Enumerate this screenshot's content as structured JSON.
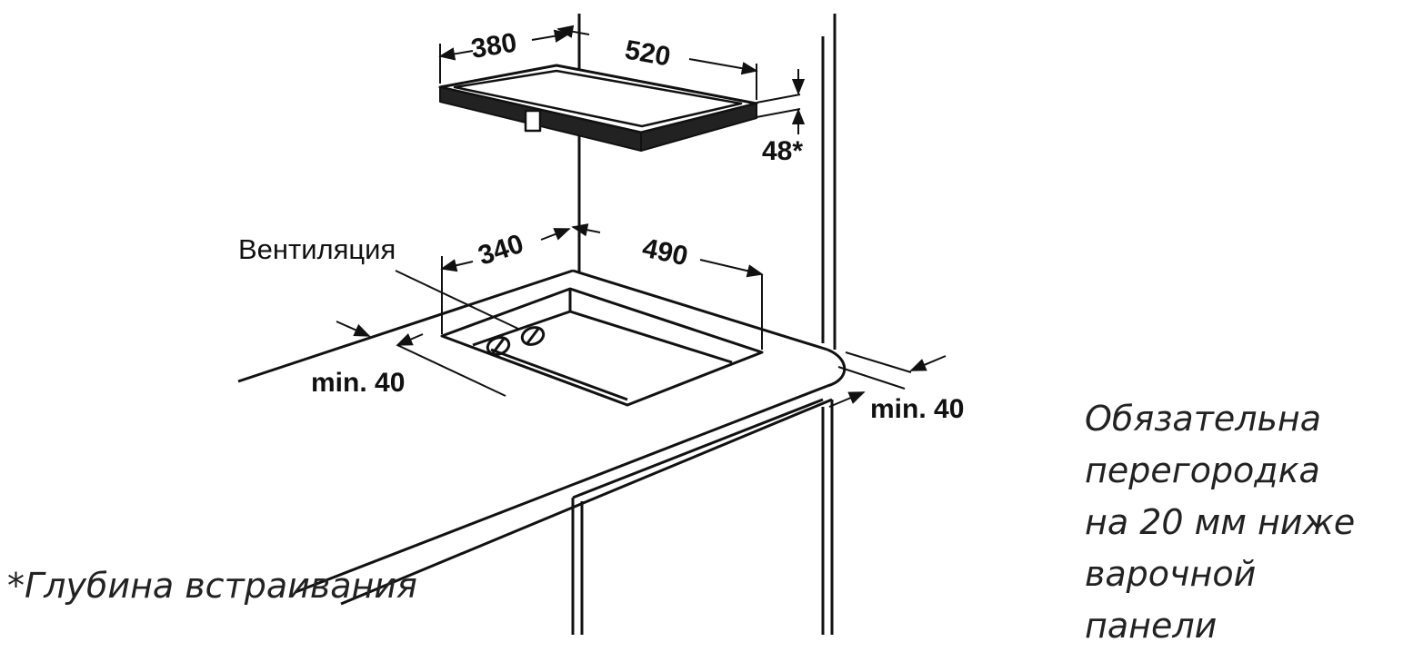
{
  "diagram": {
    "hob_dimensions": {
      "depth": "380",
      "width": "520",
      "height": "48*"
    },
    "cutout_dimensions": {
      "depth": "340",
      "width": "490"
    },
    "ventilation_label": "Вентиляция",
    "clearance_front": "min. 40",
    "clearance_right": "min. 40"
  },
  "notes": {
    "partition_lines": [
      "Обязательна",
      "перегородка",
      "на 20 мм ниже",
      "варочной панели"
    ],
    "depth_note": "*Глубина встраивания"
  },
  "colors": {
    "line": "#111111",
    "text": "#222222",
    "background": "#ffffff"
  }
}
